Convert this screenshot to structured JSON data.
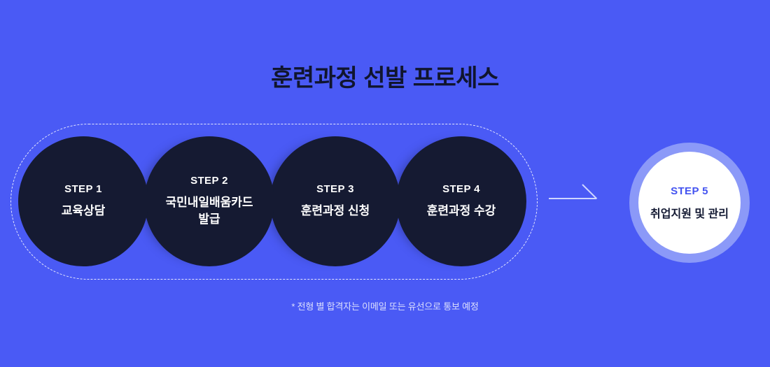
{
  "page": {
    "title": "훈련과정 선발 프로세스",
    "footnote": "* 전형 별 합격자는 이메일 또는 유선으로 통보 예정"
  },
  "steps": [
    {
      "label": "STEP 1",
      "text": "교육상담"
    },
    {
      "label": "STEP 2",
      "text": "국민내일배움카드 발급"
    },
    {
      "label": "STEP 3",
      "text": "훈련과정 신청"
    },
    {
      "label": "STEP 4",
      "text": "훈련과정 수강"
    },
    {
      "label": "STEP 5",
      "text": "취업지원 및 관리"
    }
  ],
  "icons": {
    "arrow": "right-arrow"
  },
  "colors": {
    "background": "#4a5af5",
    "title_text": "#10152e",
    "step_circle": "#151a32",
    "step_text": "#ffffff",
    "dashed_outline": "#ffffff",
    "final_halo": "#8b99f8",
    "final_circle": "#ffffff",
    "final_accent": "#4353f0",
    "footnote_text": "#ffffff"
  }
}
